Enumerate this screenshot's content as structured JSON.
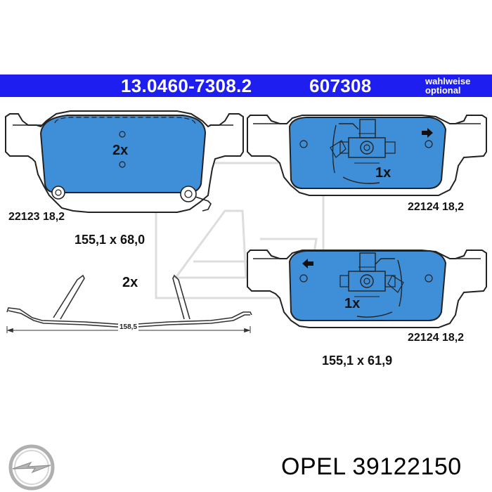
{
  "header": {
    "part_number": "13.0460-7308.2",
    "short_number": "607308",
    "optional_line1": "wahlweise",
    "optional_line2": "optional"
  },
  "pads": {
    "front_quantity": "2x",
    "front_label": "22123 18,2",
    "front_dimensions": "155,1 x 68,0",
    "rear_top_quantity": "1x",
    "rear_top_label": "22124 18,2",
    "rear_bottom_quantity": "1x",
    "rear_bottom_label": "22124 18,2",
    "rear_dimensions": "155,1 x 61,9"
  },
  "spring": {
    "quantity": "2x",
    "length": "158,5"
  },
  "footer": {
    "brand": "OPEL",
    "part_number": "39122150",
    "logo": "opel-logo"
  },
  "colors": {
    "banner": "#1e1ef0",
    "pad_fill": "#3f8fd8",
    "watermark": "#dcdcdc"
  }
}
